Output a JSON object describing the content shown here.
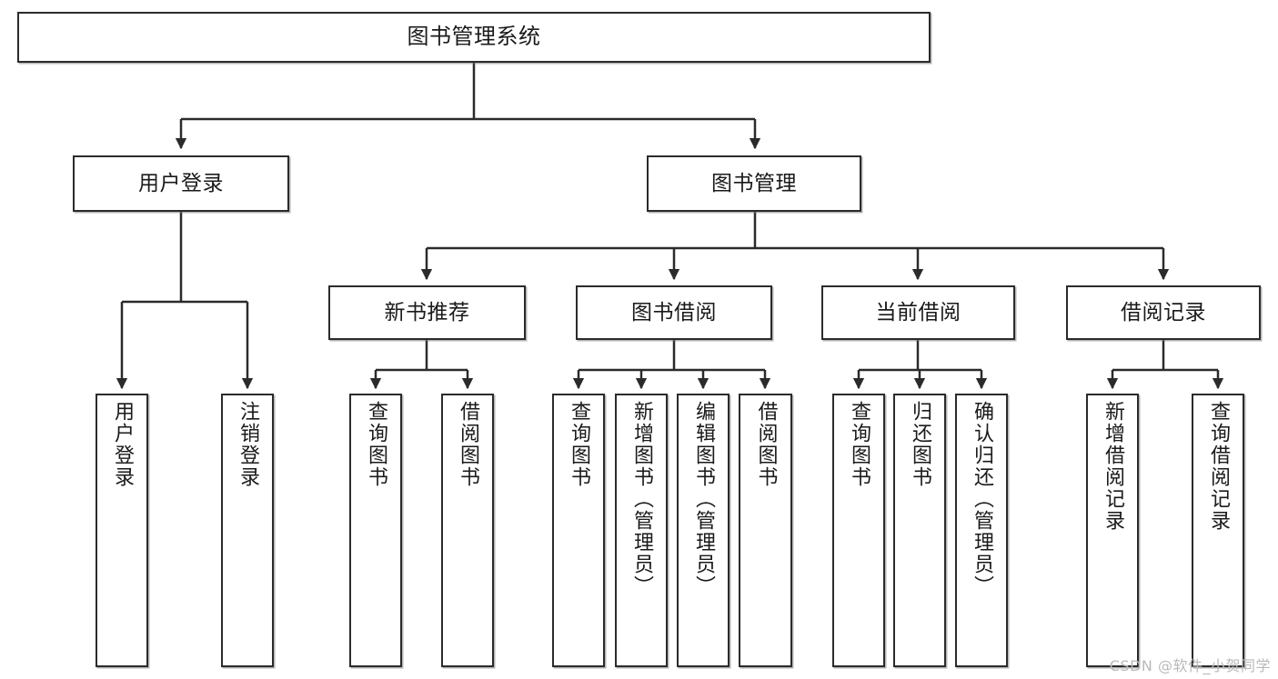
{
  "diagram": {
    "title": "图书管理系统",
    "type": "tree-hierarchy-chart",
    "watermark": "CSDN @软件_小贺同学",
    "colors": {
      "box_border": "#2b2b2b",
      "box_fill": "#ffffff",
      "connector": "#2b2b2b",
      "text": "#1a1a1a",
      "watermark": "#b9b9b9"
    },
    "levels": {
      "root": "图书管理系统",
      "level2": [
        "用户登录",
        "图书管理"
      ],
      "level3": [
        "新书推荐",
        "图书借阅",
        "当前借阅",
        "借阅记录"
      ]
    },
    "nodes": {
      "root": "图书管理系统",
      "user_login": "用户登录",
      "book_manage": "图书管理",
      "new_book_rec": "新书推荐",
      "book_borrow": "图书借阅",
      "current_borrow": "当前借阅",
      "borrow_record": "借阅记录",
      "leaf_user_login": "用户登录",
      "leaf_user_logout": "注销登录",
      "leaf_rec_query_book": "查询图书",
      "leaf_rec_borrow_book": "借阅图书",
      "leaf_borrow_query_book": "查询图书",
      "leaf_borrow_add_book": "新增图书（管理员）",
      "leaf_borrow_edit_book": "编辑图书（管理员）",
      "leaf_borrow_borrow_book": "借阅图书",
      "leaf_cur_query_book": "查询图书",
      "leaf_cur_return_book": "归还图书",
      "leaf_cur_confirm_return": "确认归还（管理员）",
      "leaf_rec_add_record": "新增借阅记录",
      "leaf_rec_query_record": "查询借阅记录"
    }
  }
}
